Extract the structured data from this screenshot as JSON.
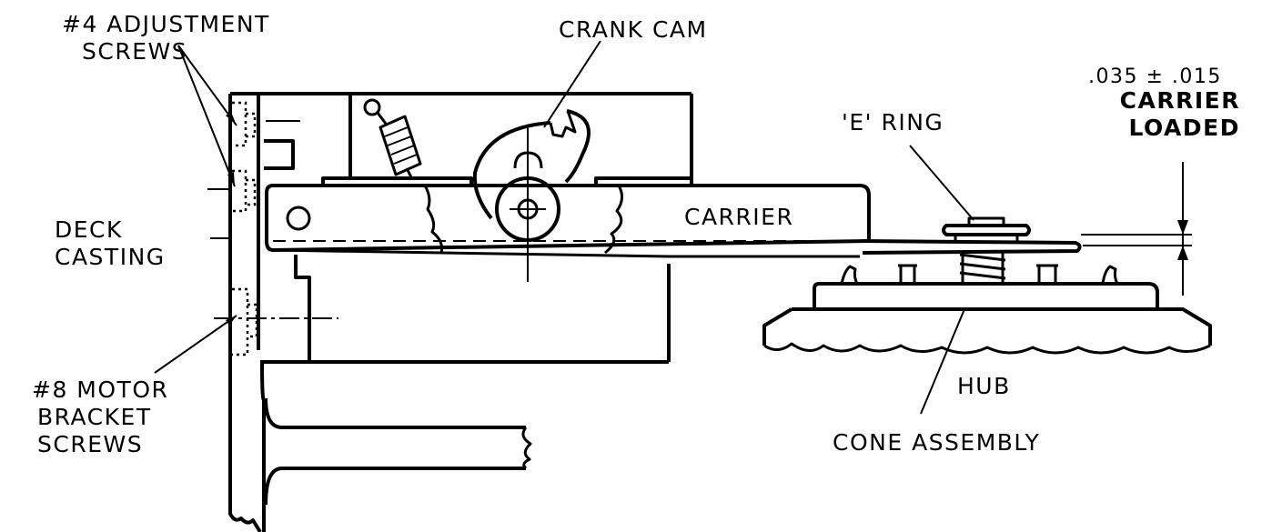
{
  "labels": {
    "adjustment_screws_line1": "#4 ADJUSTMENT",
    "adjustment_screws_line2": "SCREWS",
    "crank_cam": "CRANK CAM",
    "tolerance": ".035 ± .015",
    "carrier_loaded_line1": "CARRIER",
    "carrier_loaded_line2": "LOADED",
    "e_ring": "'E' RING",
    "deck_casting_line1": "DECK",
    "deck_casting_line2": "CASTING",
    "carrier": "CARRIER",
    "hub": "HUB",
    "cone_assembly": "CONE ASSEMBLY",
    "motor_bracket_line1": "#8 MOTOR",
    "motor_bracket_line2": "BRACKET",
    "motor_bracket_line3": "SCREWS"
  }
}
